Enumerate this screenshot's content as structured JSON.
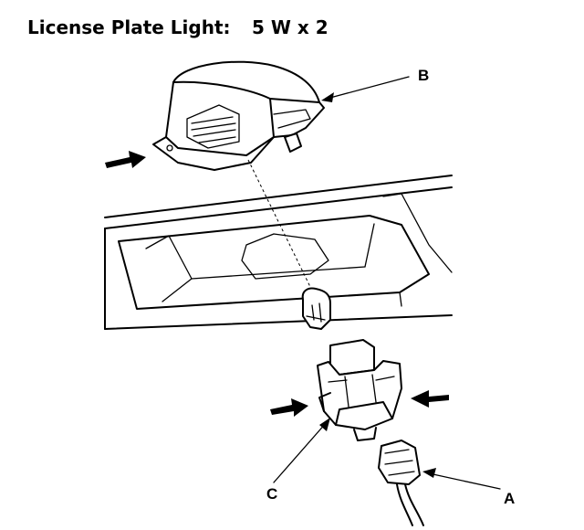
{
  "title": {
    "label": "License Plate Light:",
    "value": "5 W x 2"
  },
  "callouts": {
    "a": "A",
    "b": "B",
    "c": "C"
  },
  "colors": {
    "ink": "#000000",
    "paper": "#ffffff"
  }
}
